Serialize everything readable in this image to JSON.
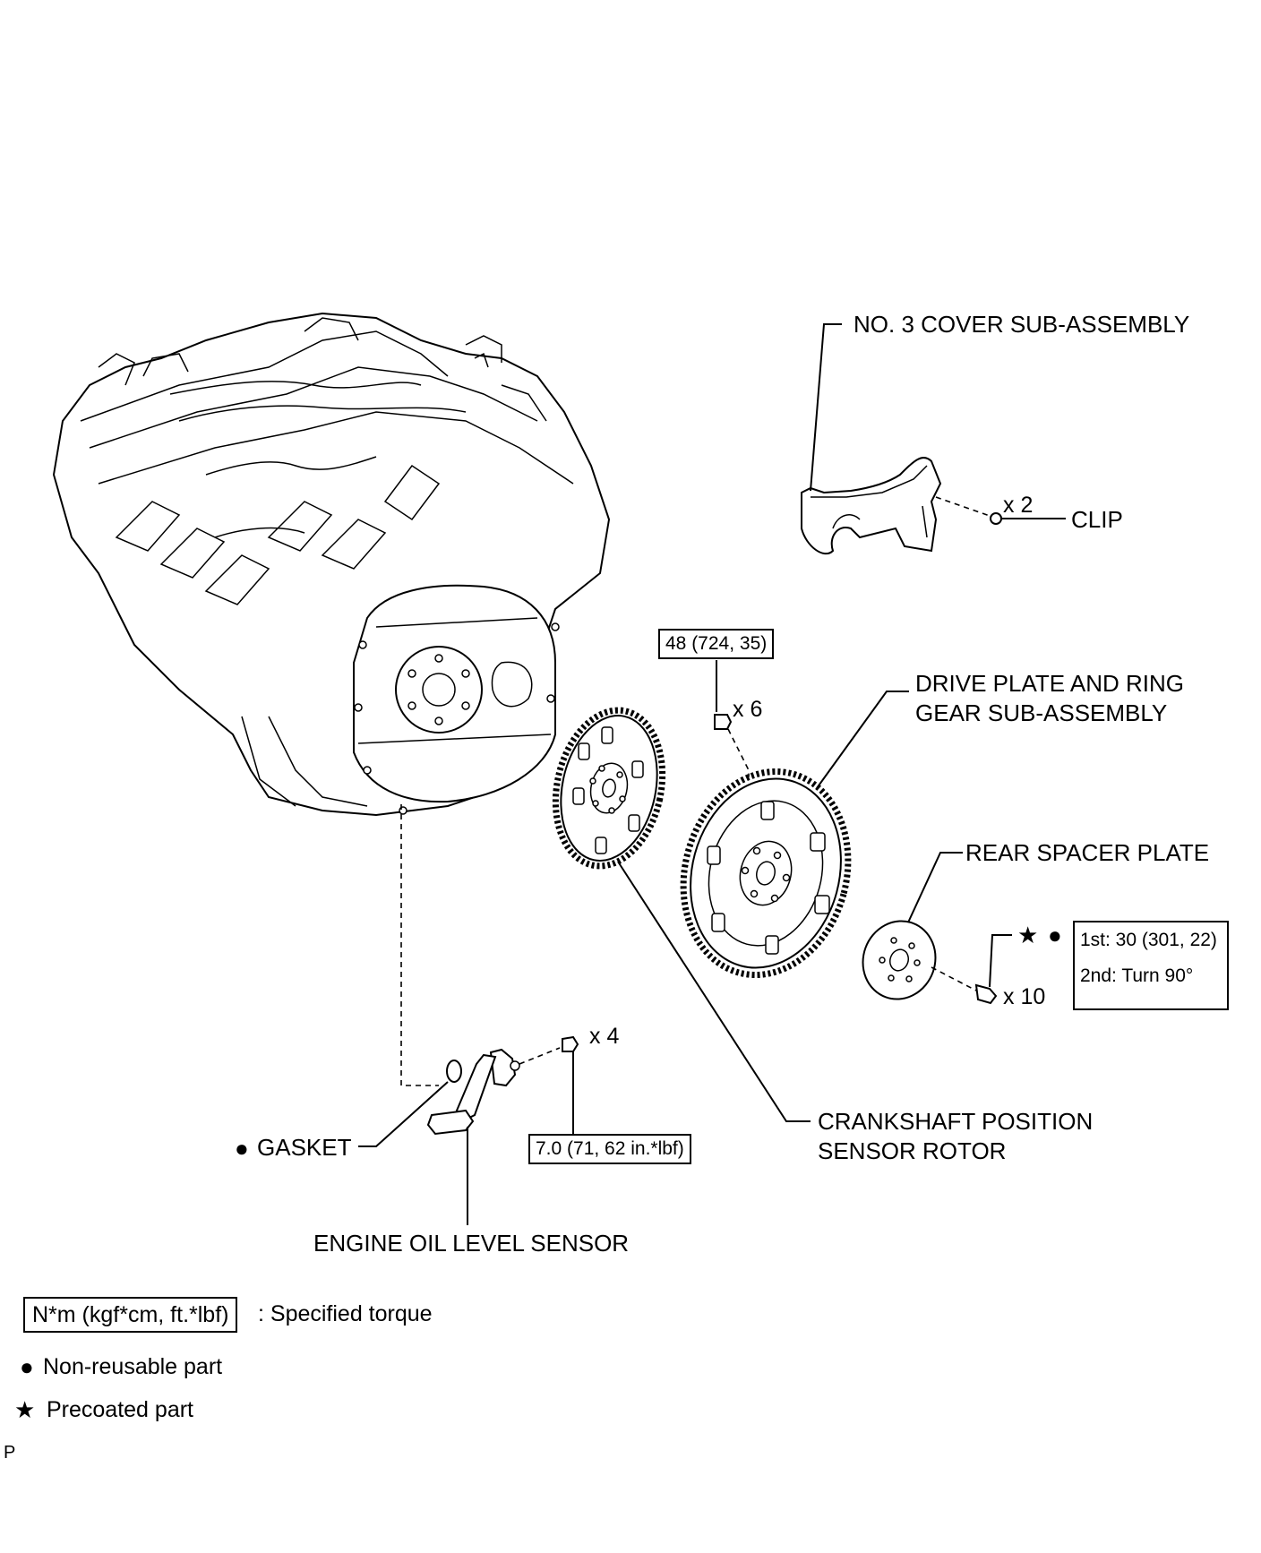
{
  "labels": {
    "cover": "NO. 3 COVER SUB-ASSEMBLY",
    "clip": "CLIP",
    "drive_plate_line1": "DRIVE PLATE AND RING",
    "drive_plate_line2": "GEAR SUB-ASSEMBLY",
    "rear_spacer": "REAR SPACER PLATE",
    "crank_line1": "CRANKSHAFT POSITION",
    "crank_line2": "SENSOR ROTOR",
    "gasket": "GASKET",
    "oil_sensor": "ENGINE OIL LEVEL SENSOR"
  },
  "quantities": {
    "clip": "x 2",
    "drive_plate_bolts": "x 6",
    "spacer_bolts": "x 10",
    "sensor_bolts": "x 4"
  },
  "torques": {
    "drive_plate": "48 (724, 35)",
    "spacer_1st": "1st: 30 (301, 22)",
    "spacer_2nd": "2nd: Turn 90°",
    "sensor": "7.0 (71, 62 in.*lbf)"
  },
  "legend": {
    "torque_box": "N*m (kgf*cm, ft.*lbf)",
    "torque_text": ": Specified torque",
    "non_reusable": "Non-reusable part",
    "precoated": "Precoated part"
  },
  "symbols": {
    "dot": "●",
    "star": "★"
  },
  "footer": {
    "code": "P"
  }
}
